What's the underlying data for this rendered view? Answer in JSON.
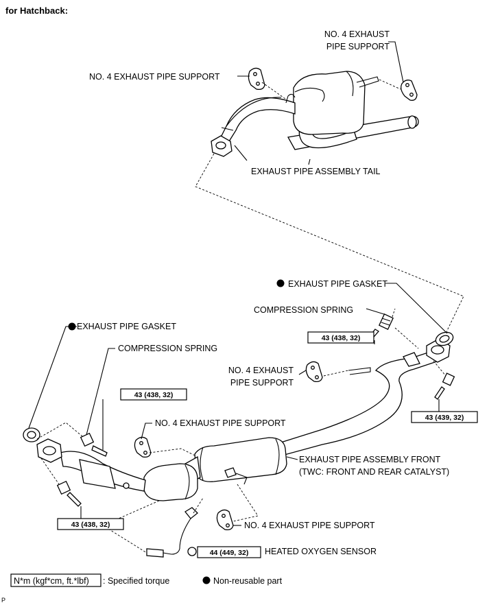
{
  "title": "for Hatchback:",
  "labels": {
    "support_top_right": [
      "NO. 4 EXHAUST",
      "PIPE SUPPORT"
    ],
    "support_top_left": "NO. 4 EXHAUST PIPE SUPPORT",
    "tail_assembly": "EXHAUST PIPE ASSEMBLY TAIL",
    "gasket_right": "EXHAUST PIPE GASKET",
    "spring_right": "COMPRESSION SPRING",
    "gasket_left": "EXHAUST PIPE GASKET",
    "spring_left": "COMPRESSION SPRING",
    "support_mid": [
      "NO. 4 EXHAUST",
      "PIPE SUPPORT"
    ],
    "support_center": "NO. 4 EXHAUST PIPE SUPPORT",
    "front_assembly": [
      "EXHAUST PIPE ASSEMBLY FRONT",
      "(TWC: FRONT AND REAR CATALYST)"
    ],
    "support_bottom": "NO. 4 EXHAUST PIPE SUPPORT",
    "oxygen_sensor": "HEATED OXYGEN SENSOR"
  },
  "torques": {
    "right_upper": "43 (438, 32)",
    "right_lower": "43 (439, 32)",
    "left_upper": "43 (438, 32)",
    "left_lower": "43 (438, 32)",
    "sensor": "44 (449, 32)"
  },
  "legend": {
    "unit": "N*m (kgf*cm, ft.*lbf)",
    "specified": ": Specified torque",
    "non_reusable": "Non-reusable part"
  },
  "corner_mark": "P"
}
